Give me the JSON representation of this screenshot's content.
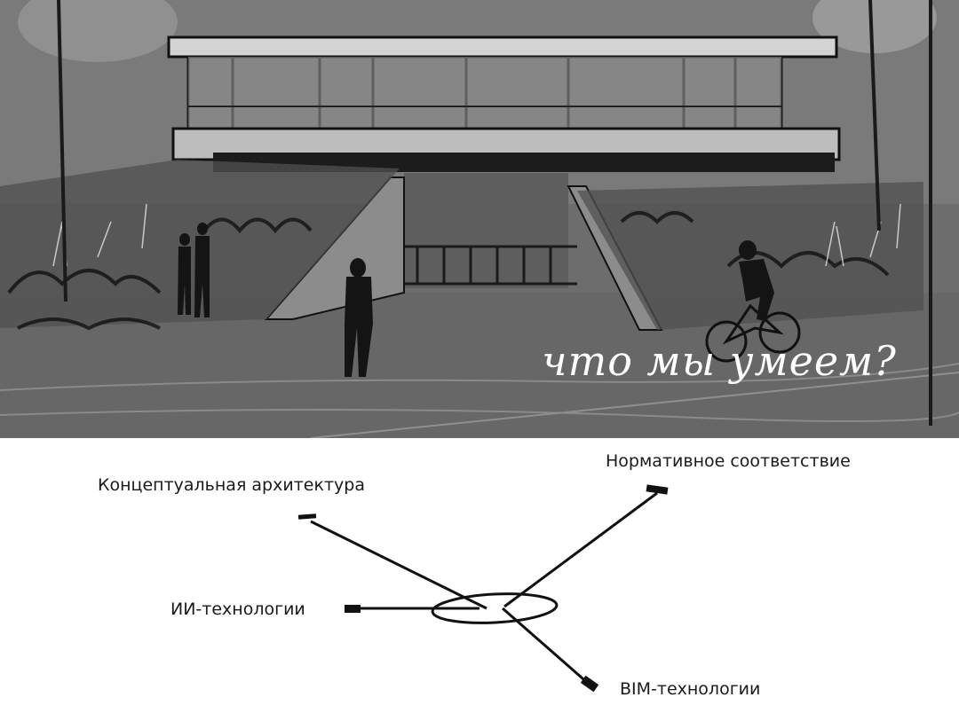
{
  "headline": "что мы умеем?",
  "diagram": {
    "labels": {
      "conceptual": "Концептуальная архитектура",
      "regulatory": "Нормативное соответствие",
      "ai": "ИИ-технологии",
      "bim": "BIM-технологии"
    }
  }
}
